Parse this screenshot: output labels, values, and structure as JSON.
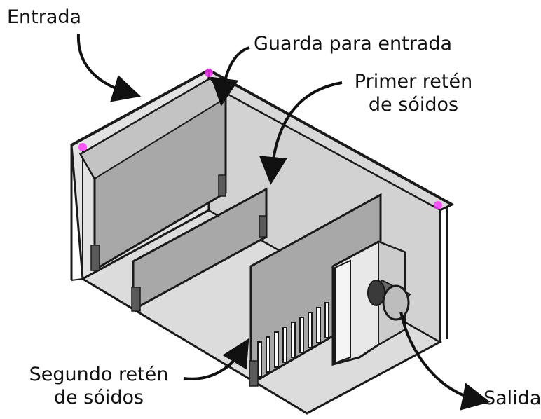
{
  "labels": {
    "inlet": "Entrada",
    "inlet_guard": "Guarda para entrada",
    "first_trap_line1": "Primer retén",
    "first_trap_line2": "de sóidos",
    "second_trap_line1": "Segundo retén",
    "second_trap_line2": "de sóidos",
    "outlet": "Salida"
  },
  "colors": {
    "outline": "#1a1a1a",
    "floor": "#dcdcdc",
    "wall": "#e6e6e6",
    "baffle": "#a8a8a8",
    "corner_marker": "#ff33ff"
  }
}
